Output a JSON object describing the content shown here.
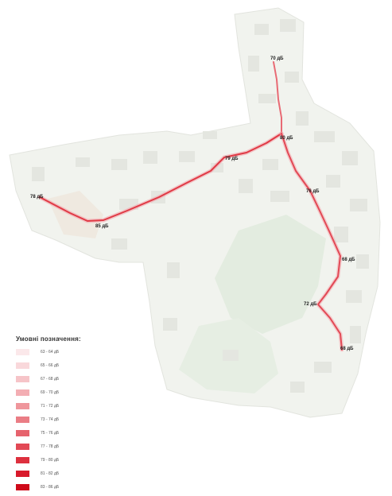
{
  "map": {
    "labels": [
      {
        "id": "label-70",
        "text": "70 дБ"
      },
      {
        "id": "label-80",
        "text": "80 дБ"
      },
      {
        "id": "label-79",
        "text": "79 дБ"
      },
      {
        "id": "label-76",
        "text": "76 дБ"
      },
      {
        "id": "label-78",
        "text": "78 дБ"
      },
      {
        "id": "label-85",
        "text": "85 дБ"
      },
      {
        "id": "label-68a",
        "text": "68 дБ"
      },
      {
        "id": "label-72",
        "text": "72 дБ"
      },
      {
        "id": "label-68b",
        "text": "68 дБ"
      }
    ],
    "colors": {
      "route": "#e03a45",
      "background": "#f1f3ee",
      "blocks": "#e4e6e0",
      "green": "#dfeadd"
    }
  },
  "legend": {
    "title": "Умовні позначення:",
    "items": [
      {
        "label": "63 - 64 дБ",
        "color": "#fbe8ea"
      },
      {
        "label": "65 - 66 дБ",
        "color": "#f9d8db"
      },
      {
        "label": "67 - 68 дБ",
        "color": "#f6c4c8"
      },
      {
        "label": "69 - 70 дБ",
        "color": "#f3aeb3"
      },
      {
        "label": "71 - 72 дБ",
        "color": "#ef969c"
      },
      {
        "label": "73 - 74 дБ",
        "color": "#ea7d85"
      },
      {
        "label": "75 - 76 дБ",
        "color": "#e6636d"
      },
      {
        "label": "77 - 78 дБ",
        "color": "#e24955"
      },
      {
        "label": "79 - 80 дБ",
        "color": "#dd303e"
      },
      {
        "label": "81 - 82 дБ",
        "color": "#d81a2b"
      },
      {
        "label": "83 - 86 дБ",
        "color": "#cf0a1a"
      }
    ]
  }
}
